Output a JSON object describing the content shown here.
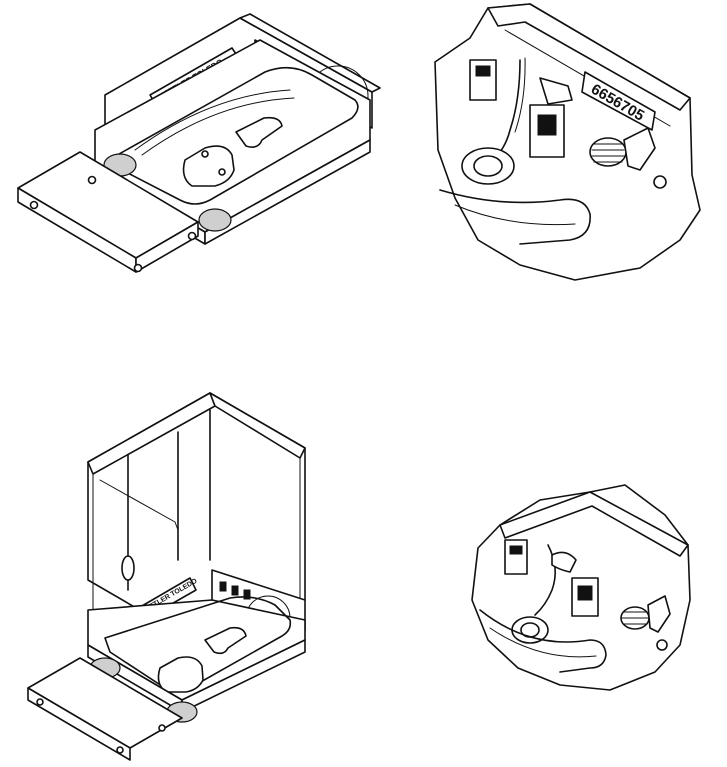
{
  "figure": {
    "description_free": true,
    "serial_label": "6656705",
    "brand_label_top": "METTLER TOLEDO",
    "brand_label_bottom": "METTLER TOLEDO",
    "panels": [
      {
        "id": "top-left",
        "content": "balance-underside-without-draft-shield"
      },
      {
        "id": "top-right",
        "content": "detail-magnified-cable-routing"
      },
      {
        "id": "bottom-left",
        "content": "balance-underside-with-draft-shield"
      },
      {
        "id": "bottom-right",
        "content": "detail-cable-connector"
      }
    ]
  }
}
